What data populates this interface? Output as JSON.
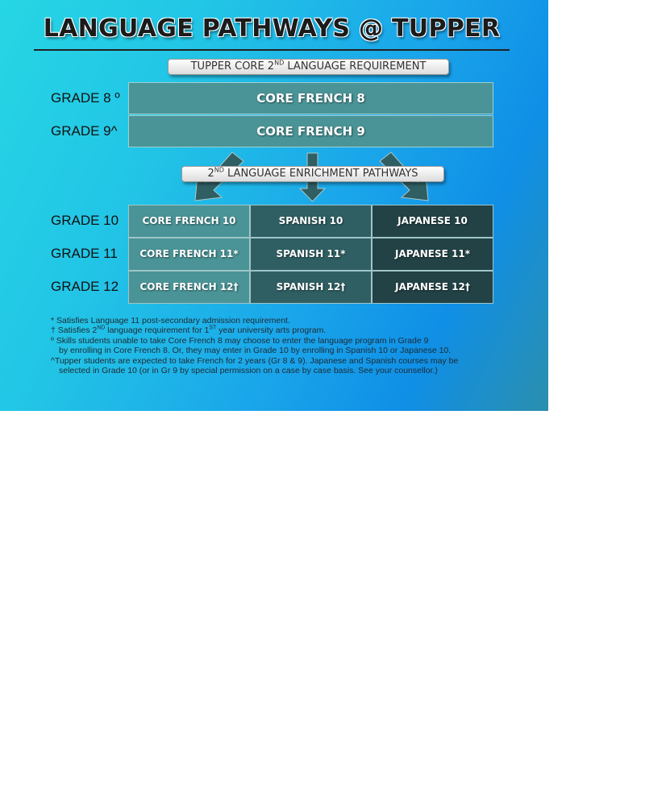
{
  "title": "LANGUAGE PATHWAYS @ TUPPER",
  "requirement_banner": {
    "prefix": "TUPPER CORE 2",
    "sup": "ND",
    "suffix": " LANGUAGE REQUIREMENT"
  },
  "enrichment_banner": {
    "prefix": "2",
    "sup": "ND",
    "suffix": " LANGUAGE ENRICHMENT PATHWAYS"
  },
  "core_rows": [
    {
      "grade": "GRADE 8 ",
      "mark": "º",
      "course": "CORE FRENCH 8"
    },
    {
      "grade": "GRADE 9",
      "mark": "^",
      "course": "CORE FRENCH 9"
    }
  ],
  "pathway_rows": [
    {
      "grade": "GRADE 10",
      "french": "CORE FRENCH 10",
      "spanish": "SPANISH 10",
      "japanese": "JAPANESE 10"
    },
    {
      "grade": "GRADE 11",
      "french": "CORE FRENCH 11*",
      "spanish": "SPANISH 11*",
      "japanese": "JAPANESE 11*"
    },
    {
      "grade": "GRADE 12",
      "french": "CORE FRENCH 12†",
      "spanish": "SPANISH 12†",
      "japanese": "JAPANESE 12†"
    }
  ],
  "notes": {
    "n1": "* Satisfies Language 11 post-secondary admission requirement.",
    "n2_a": "† Satisfies 2",
    "n2_sup1": "ND",
    "n2_b": " language requirement for 1",
    "n2_sup2": "ST",
    "n2_c": " year university arts program.",
    "n3_a": " º Skills students unable to take Core French 8 may choose to enter the language program in Grade 9",
    "n3_b": "by enrolling in Core French 8. Or, they may enter in Grade 10 by enrolling in Spanish 10 or Japanese 10.",
    "n4_a": "^Tupper students are expected to take French for 2 years (Gr 8 & 9).  Japanese and Spanish courses may be",
    "n4_b": "selected in Grade 10 (or in Gr 9 by special permission on a case by case basis.  See your counsellor.)"
  },
  "colors": {
    "bg_start": "#26d6e4",
    "bg_end": "#0f8fe6",
    "french_cell": "#4a9497",
    "spanish_cell": "#2f5f63",
    "japanese_cell": "#224246",
    "arrow": "#2f5f63"
  }
}
